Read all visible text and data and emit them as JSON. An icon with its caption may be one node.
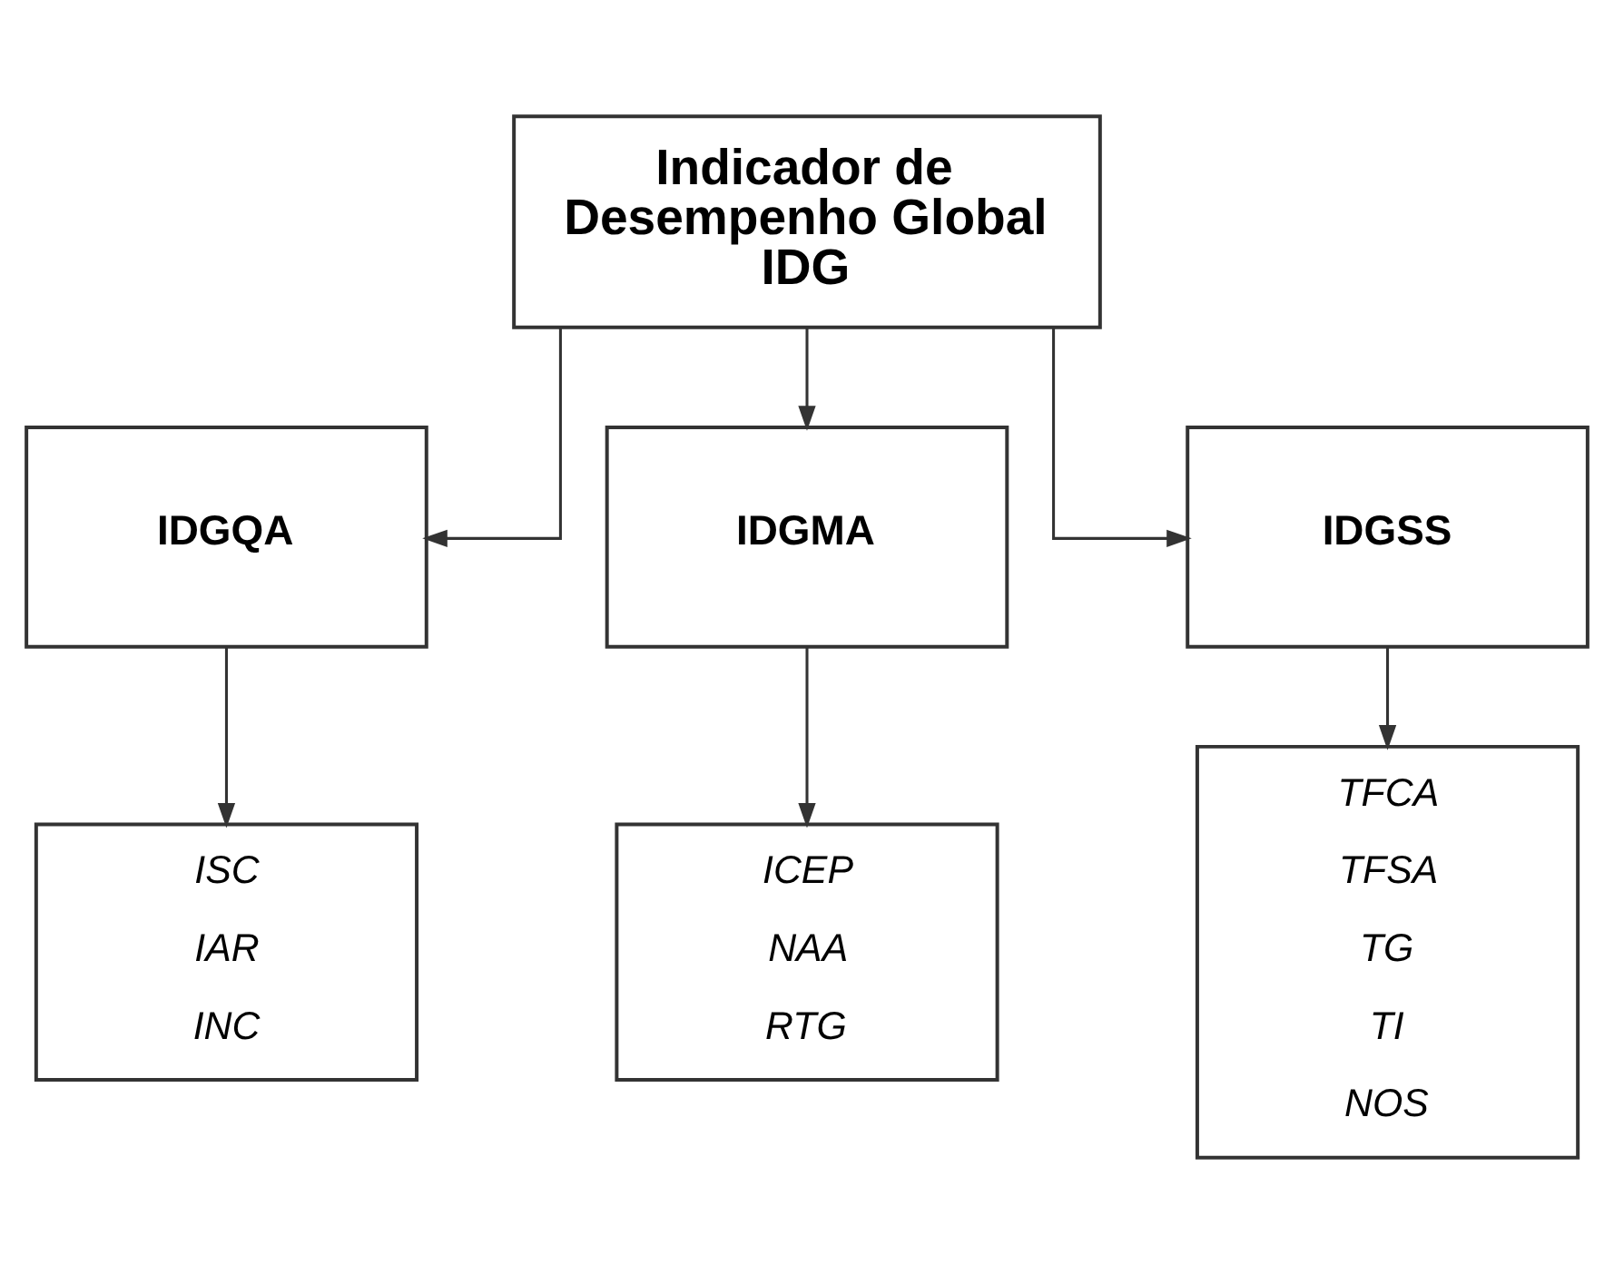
{
  "diagram": {
    "nodes": [
      {
        "text": [
          "Indicador de Desempenho Global IDG"
        ]
      },
      {
        "text": [
          "IDGQA"
        ]
      },
      {
        "text": [
          "IDGMA"
        ]
      },
      {
        "text": [
          "IDGSS"
        ]
      },
      {
        "text": [
          "ISC",
          "IAR",
          "INC"
        ]
      },
      {
        "text": [
          "ICEP",
          "NAA",
          "RTG"
        ]
      },
      {
        "text": [
          "TFCA",
          "TFSA",
          "TG",
          "TI",
          "NOS"
        ]
      }
    ],
    "edges": [
      {
        "from": 0,
        "to": 1,
        "arrow": "to"
      },
      {
        "from": 0,
        "to": 2,
        "arrow": "to"
      },
      {
        "from": 0,
        "to": 3,
        "arrow": "to"
      },
      {
        "from": 1,
        "to": 4,
        "arrow": "to"
      },
      {
        "from": 2,
        "to": 5,
        "arrow": "to"
      },
      {
        "from": 3,
        "to": 6,
        "arrow": "to"
      }
    ]
  }
}
